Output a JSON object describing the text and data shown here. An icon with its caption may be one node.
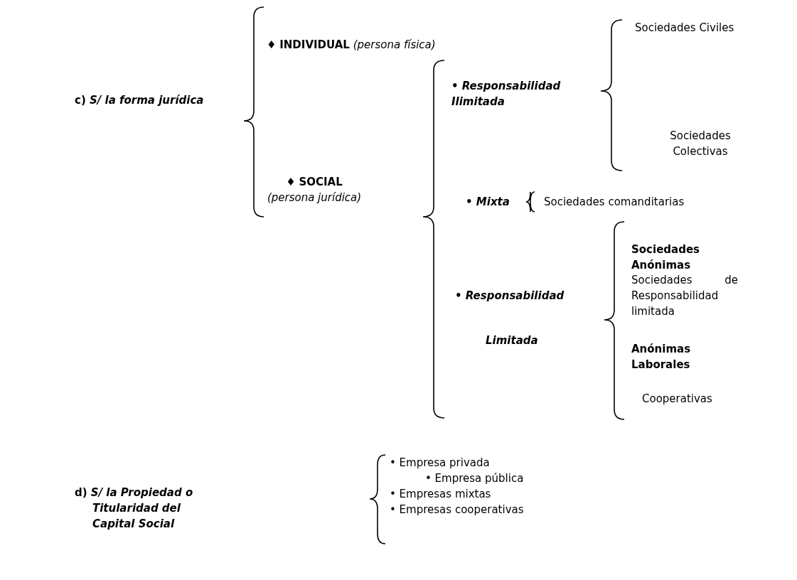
{
  "diagram": {
    "labels": [
      "c) *S/ la forma jurídica*",
      "♦ **INDIVIDUAL** *(persona física)*",
      "Sociedades Civiles",
      "• Responsabilidad Ilimitada",
      "Sociedades Colectivas",
      "♦ **SOCIAL** *(persona jurídica)*",
      "• Mixta",
      "Sociedades comanditarias",
      "Sociedades Anónimas",
      "Sociedades de Responsabilidad limitada",
      "• Responsabilidad",
      "Limitada",
      "Anónimas Laborales",
      "Cooperativas",
      "d) *S/ la Propiedad o Titularidad del Capital Social*",
      "• Empresa privada",
      "• Empresa pública",
      "• Empresas mixtas",
      "• Empresas cooperativas"
    ]
  }
}
